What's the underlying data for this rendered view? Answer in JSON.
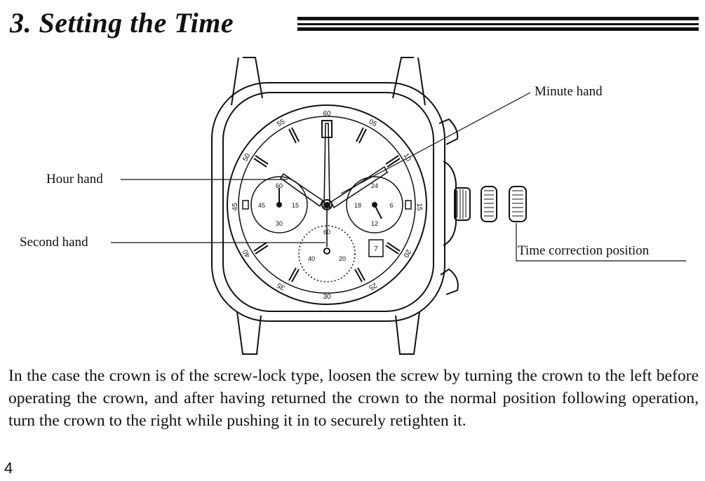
{
  "section": {
    "title": "3. Setting the Time"
  },
  "figure": {
    "callouts": {
      "minute_hand": "Minute hand",
      "hour_hand": "Hour hand",
      "second_hand": "Second hand",
      "time_correction_position": "Time correction position"
    },
    "dial": {
      "outer_numbers": [
        "60",
        "05",
        "10",
        "15",
        "20",
        "25",
        "30",
        "35",
        "40",
        "45",
        "50",
        "55"
      ],
      "left_subdial": {
        "top": "60",
        "left": "45",
        "right": "15",
        "bottom": "30"
      },
      "right_subdial": {
        "top": "24",
        "left": "18",
        "right": "6",
        "bottom": "12"
      },
      "bottom_subdial": {
        "top": "60",
        "left": "40",
        "right": "20"
      },
      "date": "7"
    }
  },
  "body": {
    "paragraph": "In the case the crown is of the screw-lock type, loosen the screw by turning the crown to the left before operating the crown, and after having returned the crown to the normal position following operation, turn the crown to the right while pushing it in to securely retighten it."
  },
  "footer": {
    "page_number": "4"
  }
}
